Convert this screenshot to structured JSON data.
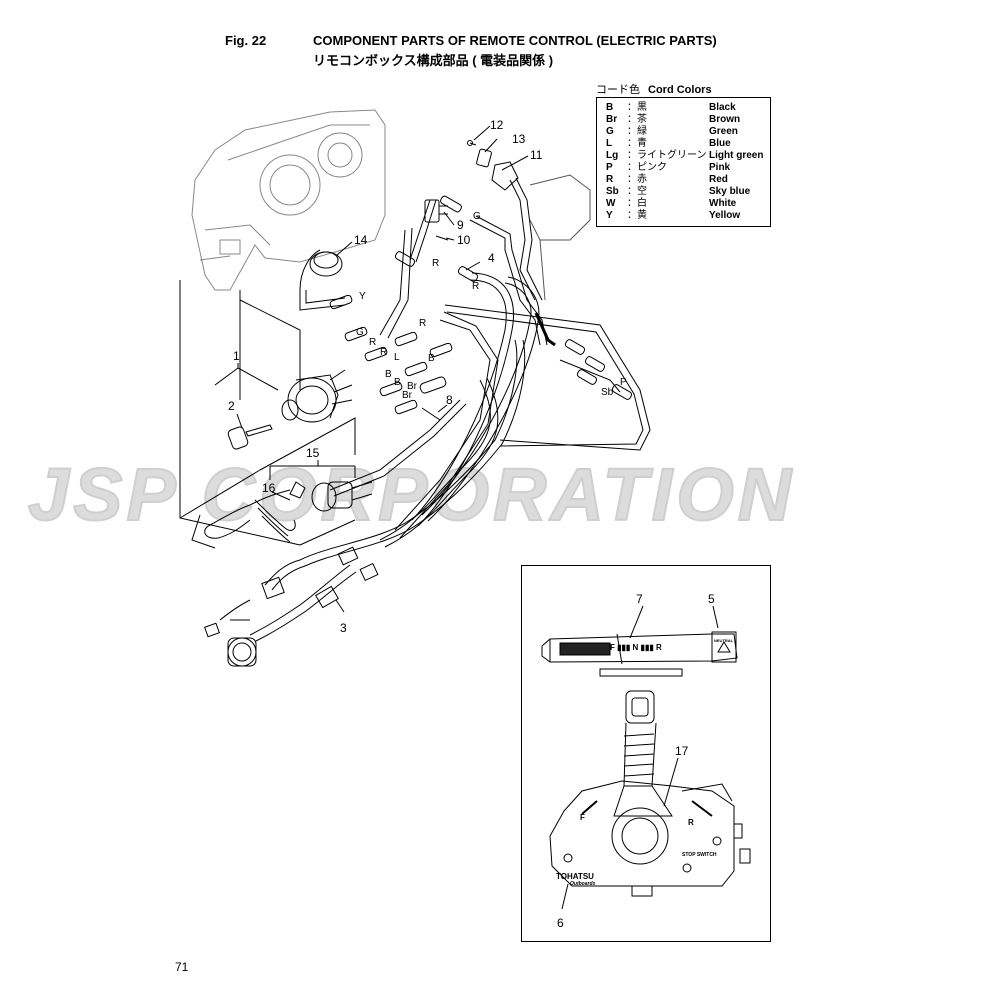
{
  "header": {
    "fig_num": "Fig. 22",
    "title_en": "COMPONENT PARTS OF REMOTE CONTROL (ELECTRIC PARTS)",
    "title_jp": "リモコンボックス構成部品 ( 電装品関係 )"
  },
  "legend": {
    "title_jp": "コード色",
    "title_en": "Cord Colors",
    "rows": [
      {
        "code": "B",
        "jp": "：黒",
        "en": "Black"
      },
      {
        "code": "Br",
        "jp": "：茶",
        "en": "Brown"
      },
      {
        "code": "G",
        "jp": "：緑",
        "en": "Green"
      },
      {
        "code": "L",
        "jp": "：青",
        "en": "Blue"
      },
      {
        "code": "Lg",
        "jp": "：ライトグリーン",
        "en": "Light green"
      },
      {
        "code": "P",
        "jp": "：ピンク",
        "en": "Pink"
      },
      {
        "code": "R",
        "jp": "：赤",
        "en": "Red"
      },
      {
        "code": "Sb",
        "jp": "：空",
        "en": "Sky blue"
      },
      {
        "code": "W",
        "jp": "：白",
        "en": "White"
      },
      {
        "code": "Y",
        "jp": "：黄",
        "en": "Yellow"
      }
    ]
  },
  "part_labels": {
    "p1": "1",
    "p2": "2",
    "p3": "3",
    "p4": "4",
    "p5": "5",
    "p6": "6",
    "p7": "7",
    "p8": "8",
    "p9": "9",
    "p10": "10",
    "p11": "11",
    "p12": "12",
    "p13": "13",
    "p14": "14",
    "p15": "15",
    "p16": "16",
    "p17": "17"
  },
  "wire_labels": {
    "g_top": "G",
    "r_top": "R",
    "r_top2": "R",
    "y": "Y",
    "g_mid": "G",
    "r_mid": "R",
    "r_mid2": "R",
    "r_mid3": "R",
    "l": "L",
    "b1": "B",
    "b2": "B",
    "b3": "B",
    "br1": "Br",
    "br2": "Br",
    "p": "P",
    "sb": "Sb"
  },
  "inset": {
    "shift_marks": "F ▮▮▮ N ▮▮▮ R",
    "lever_f": "F",
    "lever_r": "R",
    "stop_switch": "STOP SWITCH",
    "brand": "TOHATSU",
    "brand_sub": "Outboards",
    "neutral_label": "NEUTRAL"
  },
  "watermark": "JSP CORPORATION",
  "page_number": "71"
}
